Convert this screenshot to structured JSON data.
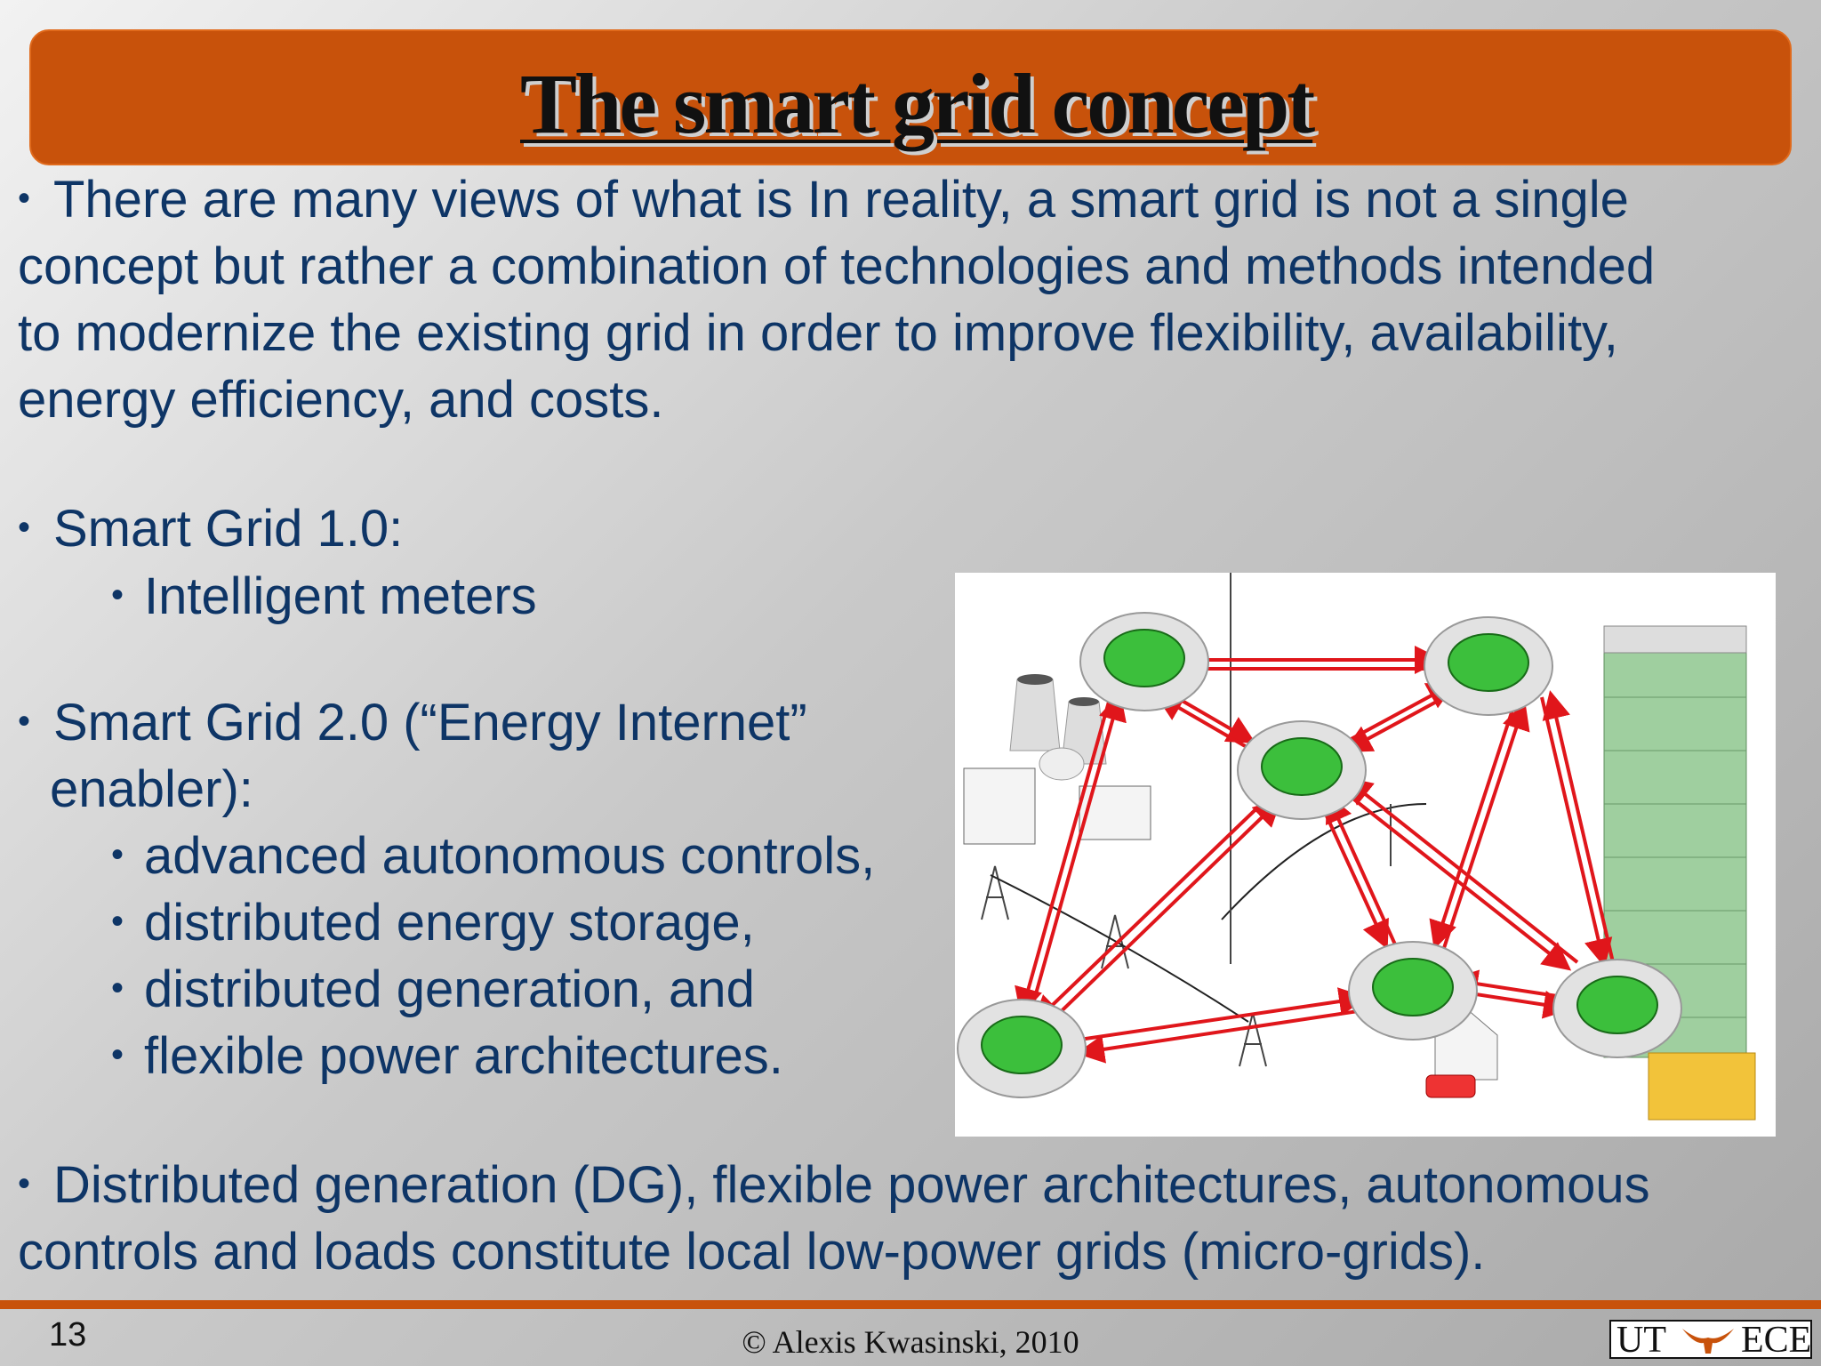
{
  "title": "The smart grid concept",
  "intro_text": [
    "There are many views of what is In reality, a smart grid is not a single",
    "concept but rather a combination of technologies and methods intended",
    "to modernize the existing grid in order to improve flexibility, availability,",
    "energy efficiency, and costs."
  ],
  "sg1": {
    "heading": "Smart Grid 1.0:",
    "items": [
      "Intelligent meters"
    ]
  },
  "sg2": {
    "heading_lines": [
      "Smart Grid 2.0 (“Energy Internet”",
      "enabler):"
    ],
    "items": [
      "advanced autonomous controls,",
      "distributed energy storage,",
      "distributed generation, and",
      "flexible power architectures."
    ]
  },
  "closing_text": [
    "Distributed generation (DG), flexible power architectures, autonomous",
    "controls and loads constitute local low-power grids (micro-grids)."
  ],
  "footer": {
    "slide_number": "13",
    "copyright": "© Alexis Kwasinski, 2010",
    "logo_left": "UT",
    "logo_right": "ECE"
  },
  "colors": {
    "accent": "#c8520b",
    "text": "#0e3566",
    "arrow": "#e0161b",
    "brain": "#3cbf3c"
  }
}
